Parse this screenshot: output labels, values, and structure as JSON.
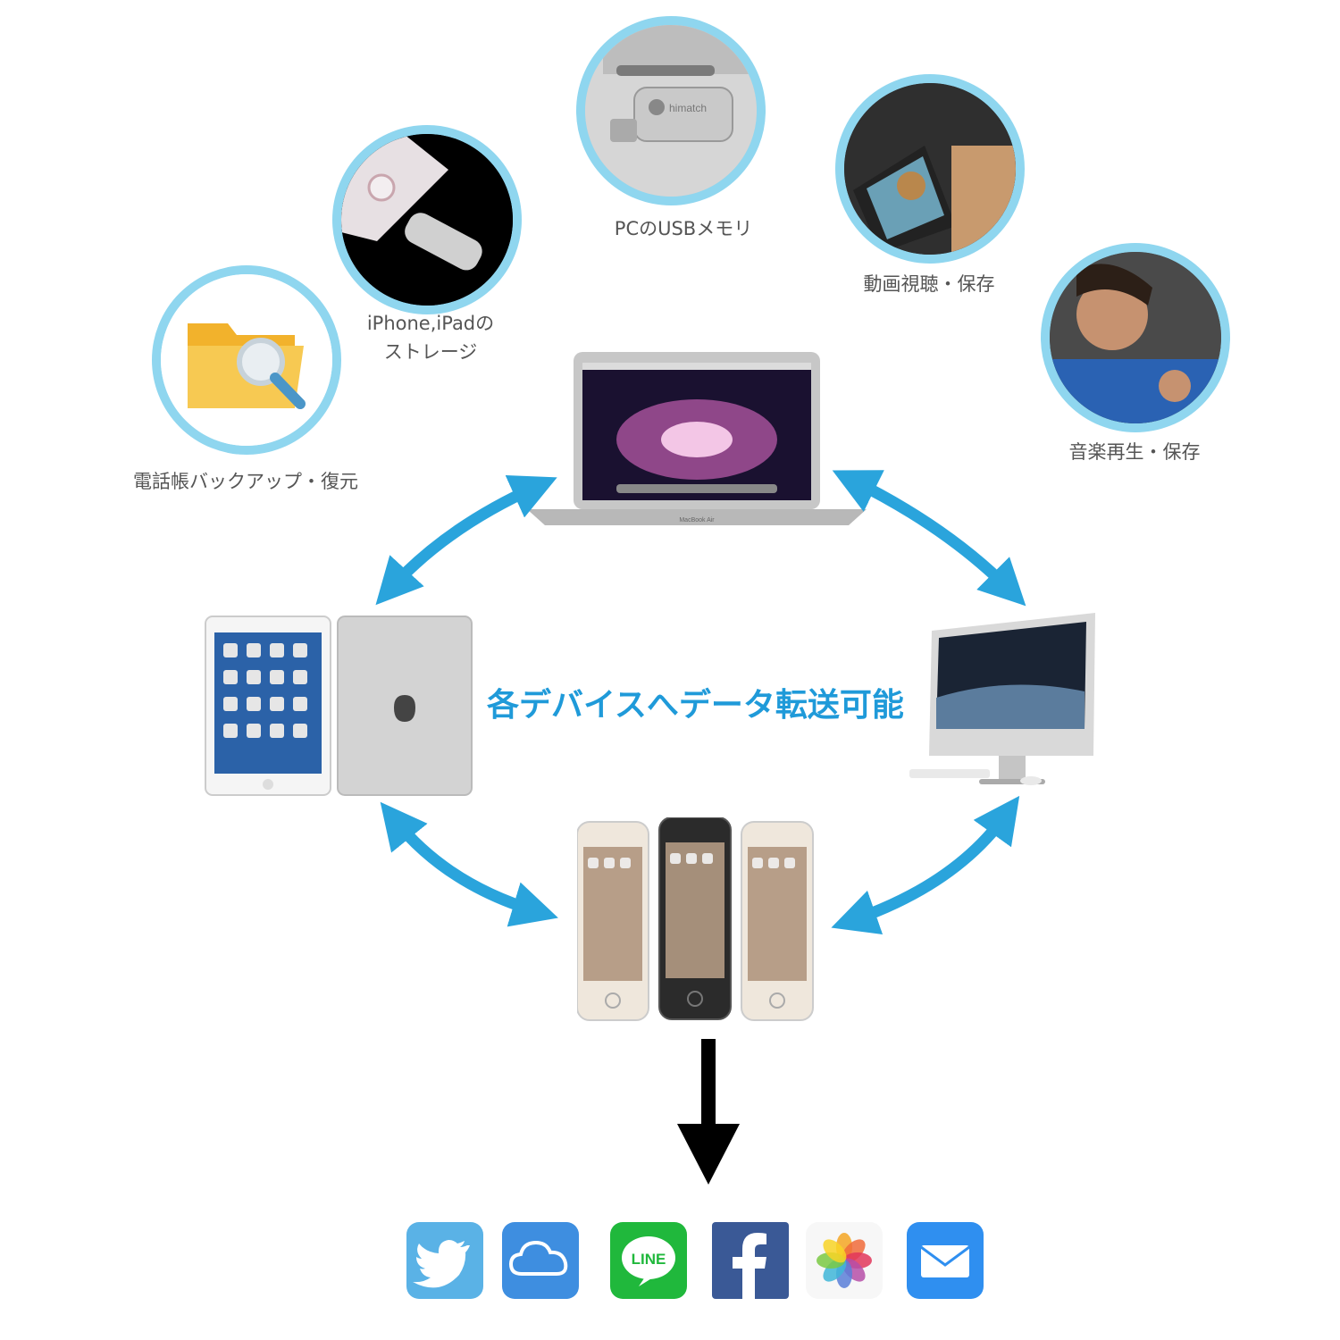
{
  "features": [
    {
      "id": "usb-memory",
      "label": "PCのUSBメモリ"
    },
    {
      "id": "storage",
      "label_line1": "iPhone,iPadの",
      "label_line2": "ストレージ"
    },
    {
      "id": "video",
      "label": "動画視聴・保存"
    },
    {
      "id": "contacts",
      "label": "電話帳バックアップ・復元"
    },
    {
      "id": "music",
      "label": "音楽再生・保存"
    }
  ],
  "center_text": "各デバイスへデータ転送可能",
  "colors": {
    "accent": "#1f9ad9",
    "ring": "#8fd6ef",
    "arrow": "#2aa4dc"
  },
  "app_icons": [
    "twitter-icon",
    "icloud-icon",
    "line-icon",
    "facebook-icon",
    "photos-icon",
    "mail-icon"
  ],
  "line_badge": "LINE",
  "laptop_brand": "MacBook Air",
  "usb_brand": "himatch"
}
